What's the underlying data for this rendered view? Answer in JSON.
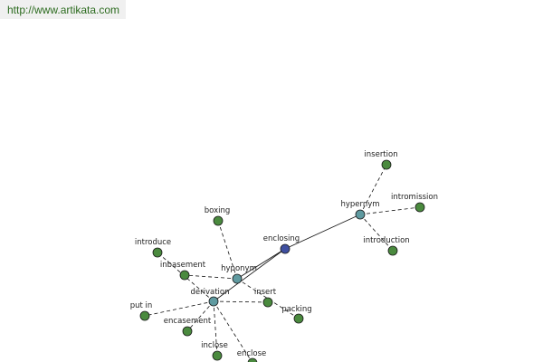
{
  "header": {
    "url": "http://www.artikata.com"
  },
  "graph": {
    "colors": {
      "center": "#3f4fa0",
      "relation": "#5f9aa0",
      "leaf": "#4a8a3e",
      "stroke": "#1a1a1a",
      "edge": "#111111"
    },
    "nodes": [
      {
        "id": "enclosing",
        "label": "enclosing",
        "kind": "center"
      },
      {
        "id": "hypernym",
        "label": "hypernym",
        "kind": "relation"
      },
      {
        "id": "hyponym",
        "label": "hyponym",
        "kind": "relation"
      },
      {
        "id": "derivation",
        "label": "derivation",
        "kind": "relation"
      },
      {
        "id": "insertion",
        "label": "insertion",
        "kind": "leaf"
      },
      {
        "id": "intromission",
        "label": "intromission",
        "kind": "leaf"
      },
      {
        "id": "introduction",
        "label": "introduction",
        "kind": "leaf"
      },
      {
        "id": "boxing",
        "label": "boxing",
        "kind": "leaf"
      },
      {
        "id": "inbasement",
        "label": "inbasement",
        "kind": "leaf"
      },
      {
        "id": "insert",
        "label": "insert",
        "kind": "leaf"
      },
      {
        "id": "packing",
        "label": "packing",
        "kind": "leaf"
      },
      {
        "id": "introduce",
        "label": "introduce",
        "kind": "leaf"
      },
      {
        "id": "put-in",
        "label": "put in",
        "kind": "leaf"
      },
      {
        "id": "encasement",
        "label": "encasement",
        "kind": "leaf"
      },
      {
        "id": "inclose",
        "label": "inclose",
        "kind": "leaf"
      },
      {
        "id": "enclose",
        "label": "enclose",
        "kind": "leaf"
      }
    ],
    "edges": [
      {
        "from": "enclosing",
        "to": "hypernym",
        "style": "solid"
      },
      {
        "from": "enclosing",
        "to": "hyponym",
        "style": "solid"
      },
      {
        "from": "enclosing",
        "to": "derivation",
        "style": "solid"
      },
      {
        "from": "hypernym",
        "to": "insertion",
        "style": "dashed"
      },
      {
        "from": "hypernym",
        "to": "intromission",
        "style": "dashed"
      },
      {
        "from": "hypernym",
        "to": "introduction",
        "style": "dashed"
      },
      {
        "from": "hyponym",
        "to": "boxing",
        "style": "dashed"
      },
      {
        "from": "hyponym",
        "to": "inbasement",
        "style": "dashed"
      },
      {
        "from": "hyponym",
        "to": "packing",
        "style": "dashed"
      },
      {
        "from": "derivation",
        "to": "introduce",
        "style": "dashed"
      },
      {
        "from": "derivation",
        "to": "insert",
        "style": "dashed"
      },
      {
        "from": "derivation",
        "to": "put-in",
        "style": "dashed"
      },
      {
        "from": "derivation",
        "to": "encasement",
        "style": "dashed"
      },
      {
        "from": "derivation",
        "to": "inclose",
        "style": "dashed"
      },
      {
        "from": "derivation",
        "to": "enclose",
        "style": "dashed"
      }
    ]
  }
}
